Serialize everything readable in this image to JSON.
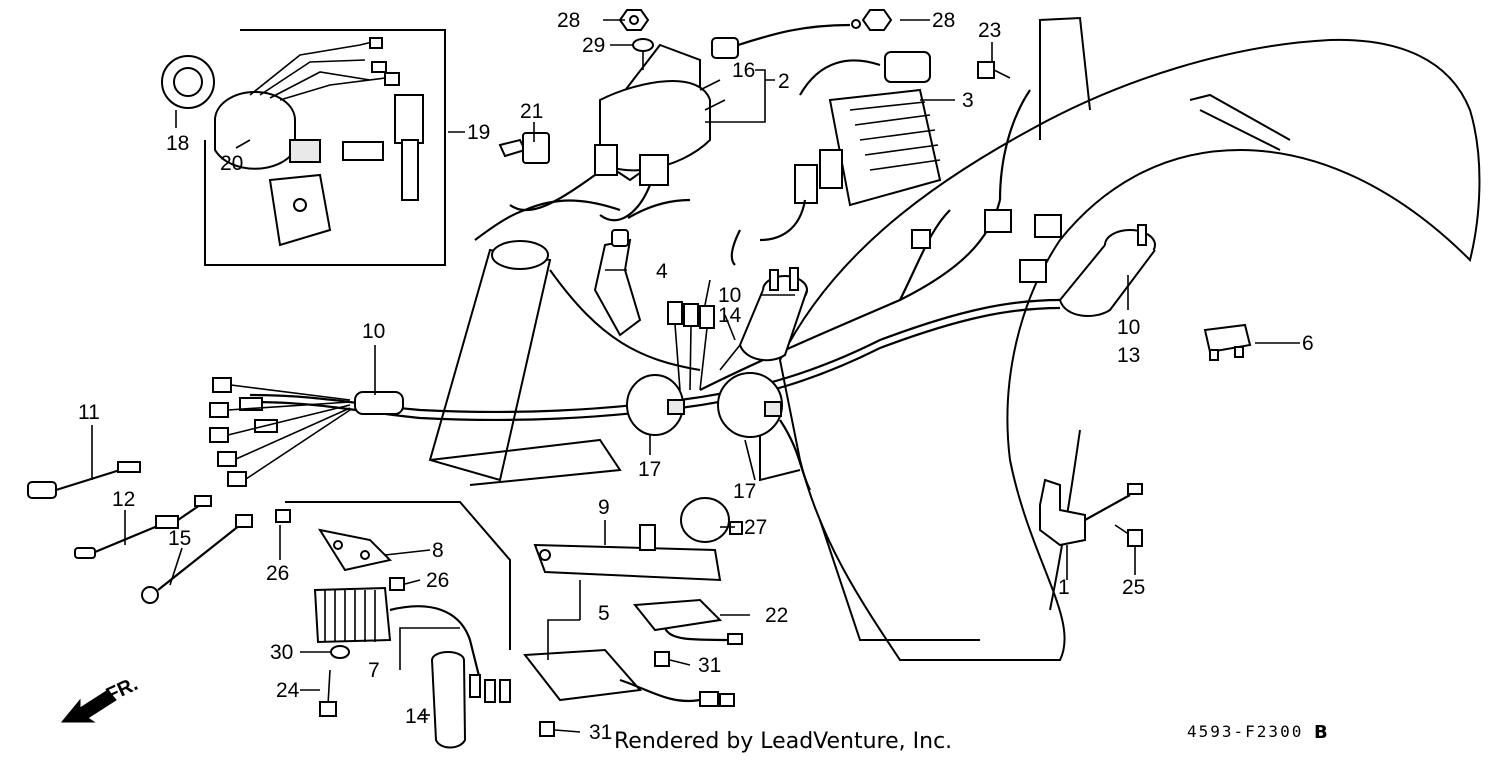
{
  "callouts": {
    "c1": "1",
    "c2": "2",
    "c3": "3",
    "c4": "4",
    "c5": "5",
    "c6": "6",
    "c7": "7",
    "c8": "8",
    "c9": "9",
    "c10a": "10",
    "c10b": "10",
    "c10c": "10",
    "c11": "11",
    "c12": "12",
    "c13": "13",
    "c14a": "14",
    "c14b": "14",
    "c15": "15",
    "c16": "16",
    "c17a": "17",
    "c17b": "17",
    "c18": "18",
    "c19": "19",
    "c20": "20",
    "c21": "21",
    "c22": "22",
    "c23": "23",
    "c24": "24",
    "c25": "25",
    "c26a": "26",
    "c26b": "26",
    "c27": "27",
    "c28a": "28",
    "c28b": "28",
    "c29": "29",
    "c30": "30",
    "c31a": "31",
    "c31b": "31"
  },
  "direction_label": "FR.",
  "footer": {
    "credit": "Rendered by LeadVenture, Inc.",
    "diagram_code": "4593-F2300",
    "diagram_suffix": "B"
  }
}
